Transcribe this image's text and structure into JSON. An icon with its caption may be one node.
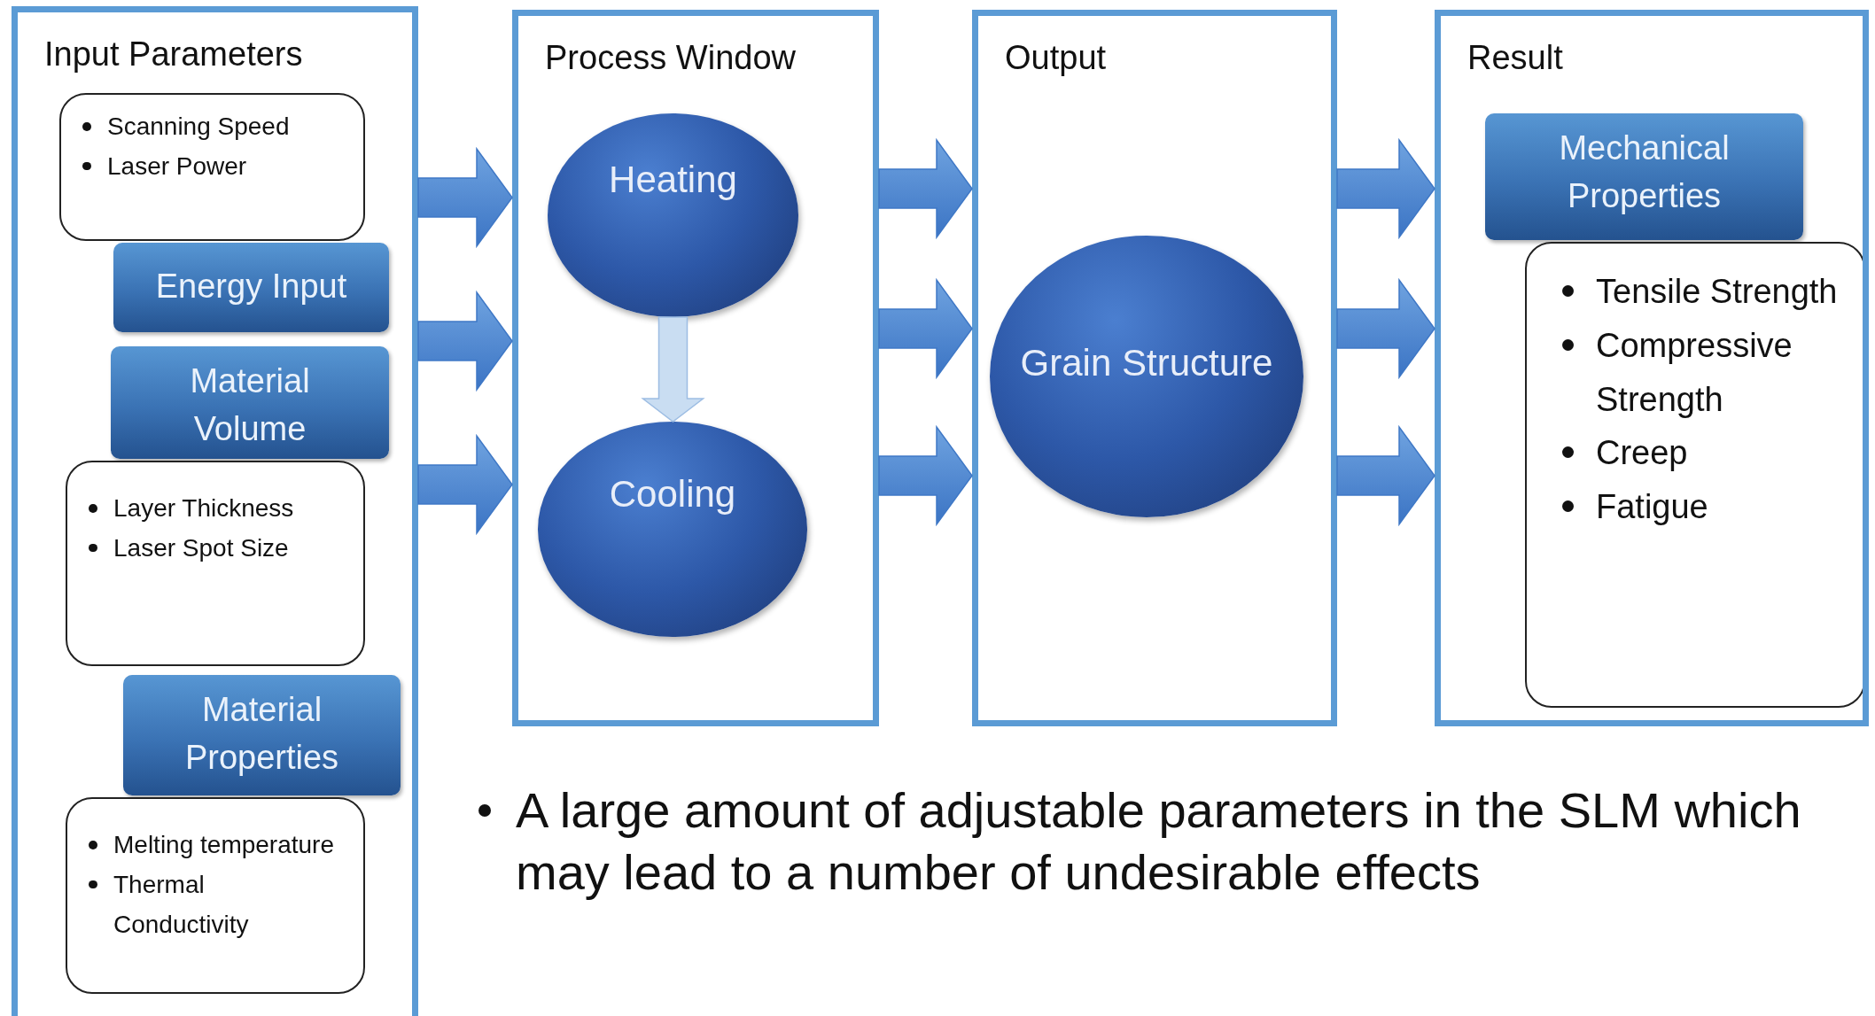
{
  "diagram": {
    "nodes": [
      {
        "text": [
          "Input Parameters"
        ]
      },
      {
        "text": [
          "Scanning Speed",
          "Laser Power"
        ],
        "in": 0
      },
      {
        "text": [
          "Energy Input"
        ],
        "in": 0
      },
      {
        "text": [
          "Material Volume"
        ],
        "in": 0
      },
      {
        "text": [
          "Layer Thickness",
          "Laser Spot Size"
        ],
        "in": 0
      },
      {
        "text": [
          "Material Properties"
        ],
        "in": 0
      },
      {
        "text": [
          "Melting temperature",
          "Thermal Conductivity"
        ],
        "in": 0
      },
      {
        "text": [
          "Process Window"
        ]
      },
      {
        "text": [
          "Heating"
        ],
        "in": 7
      },
      {
        "text": [
          "Cooling"
        ],
        "in": 7
      },
      {
        "text": [
          "Output"
        ]
      },
      {
        "text": [
          "Grain Structure"
        ],
        "in": 10
      },
      {
        "text": [
          "Result"
        ]
      },
      {
        "text": [
          "Mechanical Properties"
        ],
        "in": 12
      },
      {
        "text": [
          "Tensile Strength",
          "Compressive Strength",
          "Creep",
          "Fatigue"
        ],
        "in": 12
      }
    ],
    "edges": [
      {
        "from": 0,
        "to": 7,
        "arrow": "to"
      },
      {
        "from": 0,
        "to": 7,
        "arrow": "to"
      },
      {
        "from": 0,
        "to": 7,
        "arrow": "to"
      },
      {
        "from": 7,
        "to": 10,
        "arrow": "to"
      },
      {
        "from": 7,
        "to": 10,
        "arrow": "to"
      },
      {
        "from": 7,
        "to": 10,
        "arrow": "to"
      },
      {
        "from": 10,
        "to": 12,
        "arrow": "to"
      },
      {
        "from": 10,
        "to": 12,
        "arrow": "to"
      },
      {
        "from": 10,
        "to": 12,
        "arrow": "to"
      },
      {
        "from": 8,
        "to": 9,
        "arrow": "to",
        "color": "#c9ddf2"
      }
    ],
    "labels": [
      "A large amount of adjustable parameters in the SLM which may lead to a number of undesirable effects"
    ]
  }
}
